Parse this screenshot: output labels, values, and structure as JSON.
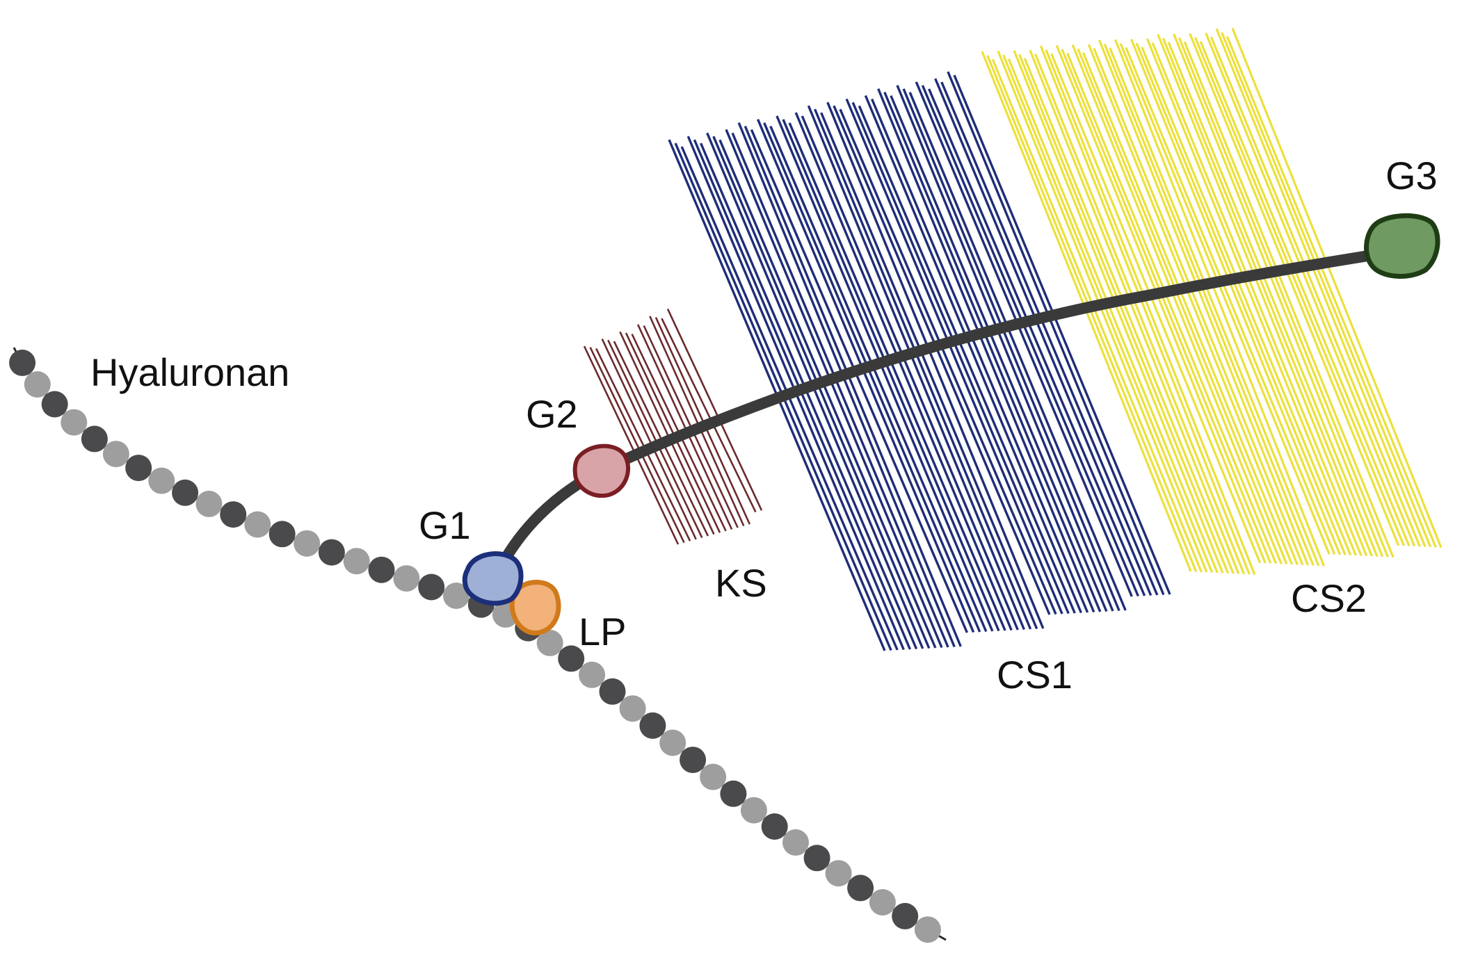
{
  "labels": {
    "hyaluronan": "Hyaluronan",
    "g1": "G1",
    "g2": "G2",
    "g3": "G3",
    "lp": "LP",
    "ks": "KS",
    "cs1": "CS1",
    "cs2": "CS2"
  },
  "colors": {
    "background": "#ffffff",
    "hyaluronan_dark": "#4a4a4c",
    "hyaluronan_light": "#9e9e9e",
    "core_protein": "#3a3a3a",
    "g1_fill": "#9fb0d6",
    "g1_stroke": "#1c2f7a",
    "g2_fill": "#d9a4a8",
    "g2_stroke": "#7a1e24",
    "g3_fill": "#6f9a62",
    "g3_stroke": "#1f3d14",
    "lp_fill": "#f2b27a",
    "lp_stroke": "#d07a1c",
    "ks_chains": "#6b2a2c",
    "cs1_chains": "#1f2d78",
    "cs2_chains": "#ece03a"
  }
}
